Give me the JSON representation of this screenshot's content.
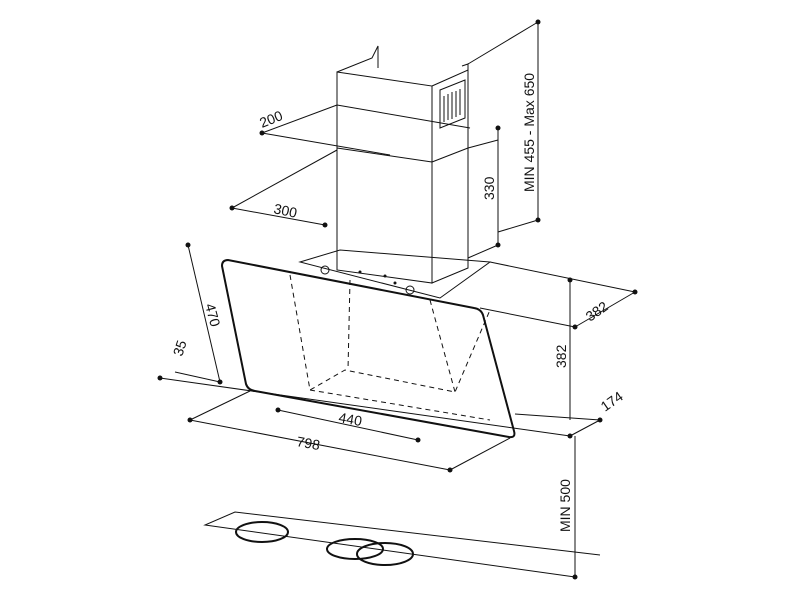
{
  "dimensions": {
    "chimney_depth": "200",
    "chimney_width": "300",
    "chimney_lower_height": "330",
    "chimney_height_range": "MIN 455 - Max 650",
    "glass_height": "470",
    "glass_offset": "35",
    "hood_depth": "382",
    "hood_height": "382",
    "bottom_depth": "174",
    "inner_width": "440",
    "total_width": "798",
    "min_hob_distance": "MIN 500"
  }
}
